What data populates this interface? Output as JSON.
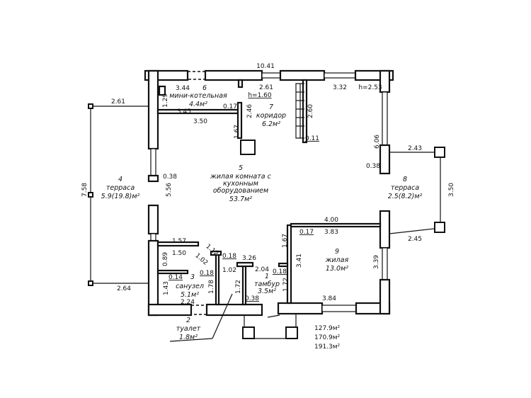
{
  "rooms": {
    "r1_num": "1",
    "r1_name": "тамбур",
    "r1_area": "3.5м²",
    "r2_num": "2",
    "r2_name": "туалет",
    "r2_area": "1.8м²",
    "r3_num": "3",
    "r3_name": "санузел",
    "r3_area": "5.1м²",
    "r4_num": "4",
    "r4_name": "терраса",
    "r4_area": "5.9(19.8)м²",
    "r5_num": "5",
    "r5_name1": "жилая комната с",
    "r5_name2": "кухонным",
    "r5_name3": "оборудованием",
    "r5_area": "53.7м²",
    "r6_num": "6",
    "r6_name": "мини-котельная",
    "r6_area": "4.4м²",
    "r7_num": "7",
    "r7_name": "коридор",
    "r7_area": "6.2м²",
    "r8_num": "8",
    "r8_name": "терраса",
    "r8_area": "2.5(8.2)м²",
    "r9_num": "9",
    "r9_name": "жилая",
    "r9_area": "13.0м²"
  },
  "dims": {
    "top": "10.41",
    "d344": "3.44",
    "d261": "2.61",
    "h160": "h=1.60",
    "d332": "3.32",
    "h253": "h=2.53",
    "d129": "1.29",
    "d345": "3.45",
    "d017a": "0.17",
    "d246": "2.46",
    "d350": "3.50",
    "d167a": "1.67",
    "d260": "2.60",
    "d011": "0.11",
    "d606": "6.06",
    "d038a": "0.38",
    "d243": "2.43",
    "d350b": "3.50",
    "d038b": "0.38",
    "d556": "5.56",
    "d758": "7.58",
    "d400": "4.00",
    "d017b": "0.17",
    "d383": "3.83",
    "d245": "2.45",
    "d167b": "1.67",
    "d341": "3.41",
    "d339": "3.39",
    "d157": "1.57",
    "d150": "1.50",
    "d112": "1.12",
    "d089": "0.89",
    "d102a": "1.02",
    "d018a": "0.18",
    "d018b": "0.18",
    "d326": "3.26",
    "d102b": "1.02",
    "d204": "2.04",
    "d018c": "0.18",
    "d014": "0.14",
    "d178": "1.78",
    "d172a": "1.72",
    "d172b": "1.72",
    "d143": "1.43",
    "d264": "2.64",
    "d224": "2.24",
    "d038c": "0.38",
    "d384": "3.84"
  },
  "totals": [
    "127.9м²",
    "170.9м²",
    "191.3м²"
  ]
}
